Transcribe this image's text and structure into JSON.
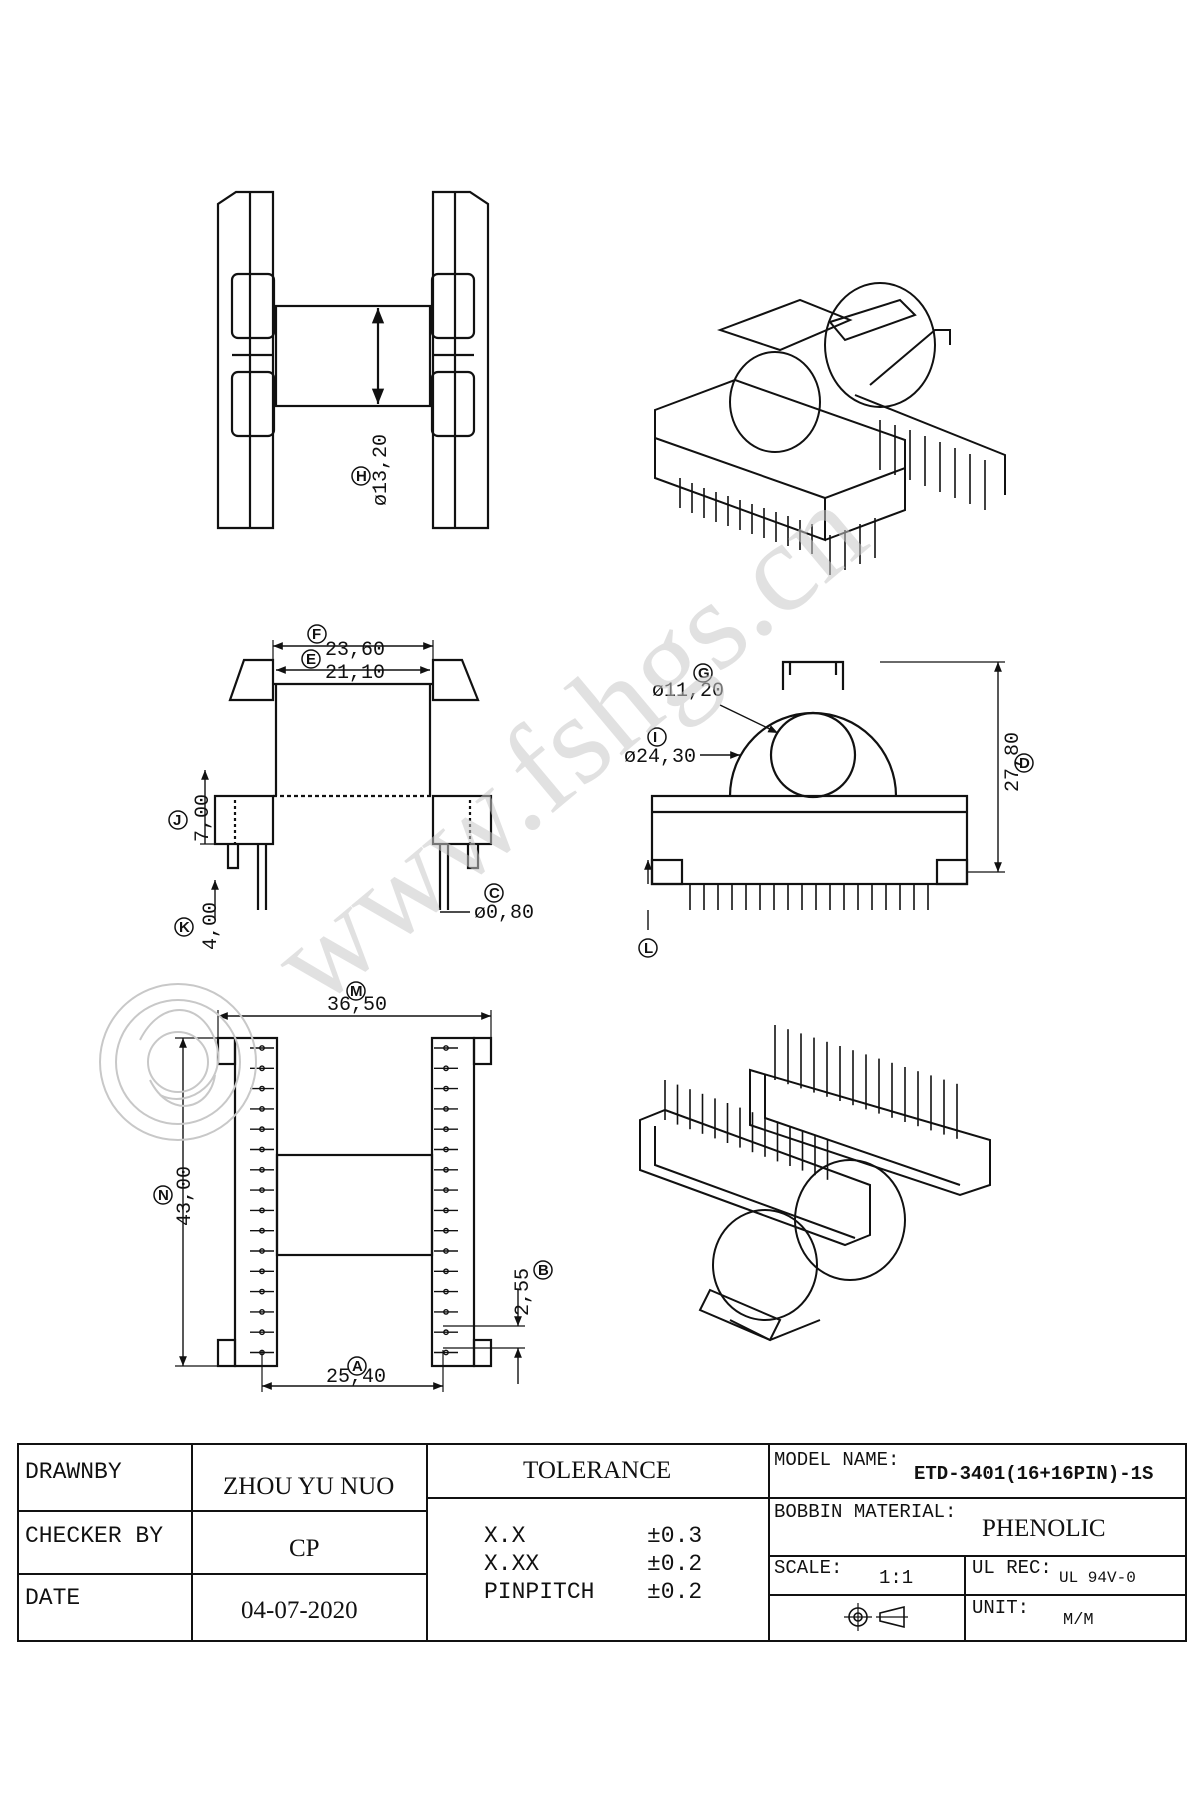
{
  "watermark": "www.fshgs.cn",
  "views": {
    "top_view": {
      "dim_h": "ø13,20",
      "tag_h": "H"
    },
    "front_view": {
      "dim_f": "23,60",
      "tag_f": "F",
      "dim_e": "21,10",
      "tag_e": "E",
      "dim_j": "7,00",
      "tag_j": "J",
      "dim_k": "4,00",
      "tag_k": "K",
      "dim_c": "ø0,80",
      "tag_c": "C"
    },
    "side_view": {
      "dim_g": "ø11,20",
      "tag_g": "G",
      "dim_i": "ø24,30",
      "tag_i": "I",
      "dim_d": "27,80",
      "tag_d": "D",
      "tag_l": "L"
    },
    "bottom_view": {
      "dim_m": "36,50",
      "tag_m": "M",
      "dim_n": "43,00",
      "tag_n": "N",
      "dim_b": "2,55",
      "tag_b": "B",
      "dim_a": "25,40",
      "tag_a": "A"
    }
  },
  "title_block": {
    "drawn_by_label": "DRAWNBY",
    "drawn_by_value": "ZHOU YU NUO",
    "checker_label": "CHECKER BY",
    "checker_value": "CP",
    "date_label": "DATE",
    "date_value": "04-07-2020",
    "tolerance_label": "TOLERANCE",
    "tolerances": [
      {
        "name": "X.X",
        "value": "±0.3"
      },
      {
        "name": "X.XX",
        "value": "±0.2"
      },
      {
        "name": "PINPITCH",
        "value": "±0.2"
      }
    ],
    "model_label": "MODEL NAME:",
    "model_value": "ETD-3401(16+16PIN)-1S",
    "material_label": "BOBBIN MATERIAL:",
    "material_value": "PHENOLIC",
    "scale_label": "SCALE:",
    "scale_value": "1:1",
    "ul_label": "UL REC:",
    "ul_value": "UL 94V-0",
    "unit_label": "UNIT:",
    "unit_value": "M/M"
  }
}
